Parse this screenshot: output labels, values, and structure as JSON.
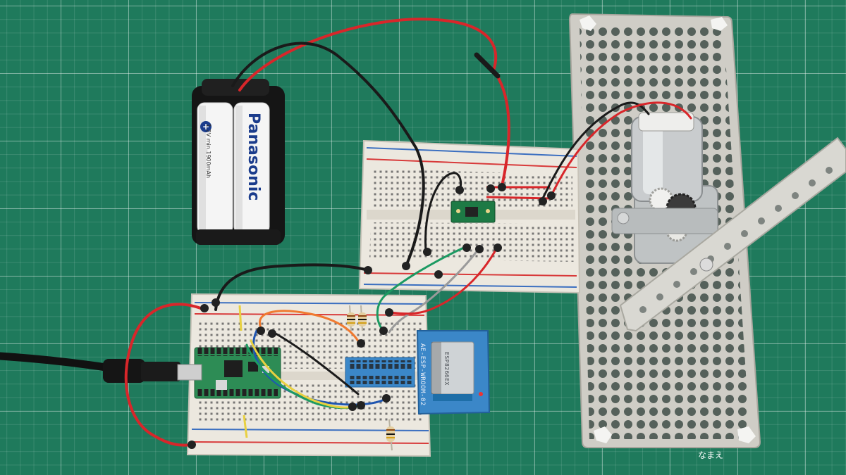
{
  "battery": {
    "brand": "Panasonic",
    "spec": "1.2V min.1900mAh"
  },
  "modules": {
    "esp_label": "AE-ESP-WROOM-02",
    "esp_chip_text": "ESP8266EX"
  },
  "mat": {
    "name_label": "なまえ"
  },
  "colors": {
    "mat_green": "#1f7a5c",
    "breadboard": "#ece8df",
    "wire_red": "#d8262a",
    "wire_black": "#1a1a1a",
    "wire_blue": "#2056b0",
    "wire_green": "#1c9a62",
    "wire_orange": "#f07a30",
    "wire_yellow": "#e8d040",
    "pcb_blue": "#3b87c8",
    "pcb_green": "#2d8c55"
  }
}
